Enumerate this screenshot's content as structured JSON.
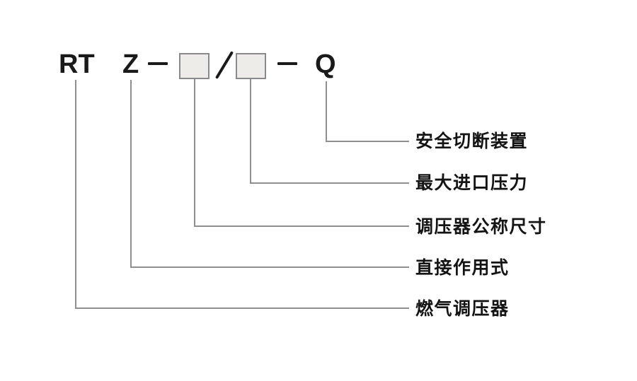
{
  "model_code": {
    "prefix": "RT",
    "type_code": "Z",
    "dash": "—",
    "slash": "/",
    "suffix": "Q",
    "format": "RT Z — □ / □ — Q"
  },
  "callouts": [
    {
      "label": "安全切断装置",
      "source": "suffix-Q"
    },
    {
      "label": "最大进口压力",
      "source": "placeholder-box-2"
    },
    {
      "label": "调压器公称尺寸",
      "source": "placeholder-box-1"
    },
    {
      "label": "直接作用式",
      "source": "type-code-Z"
    },
    {
      "label": "燃气调压器",
      "source": "prefix-RT"
    }
  ],
  "colors": {
    "text": "#1a1a1a",
    "connector_line": "#8f8f8f",
    "box_fill": "#edece8",
    "box_border": "#8a8a8a",
    "background": "#ffffff"
  }
}
